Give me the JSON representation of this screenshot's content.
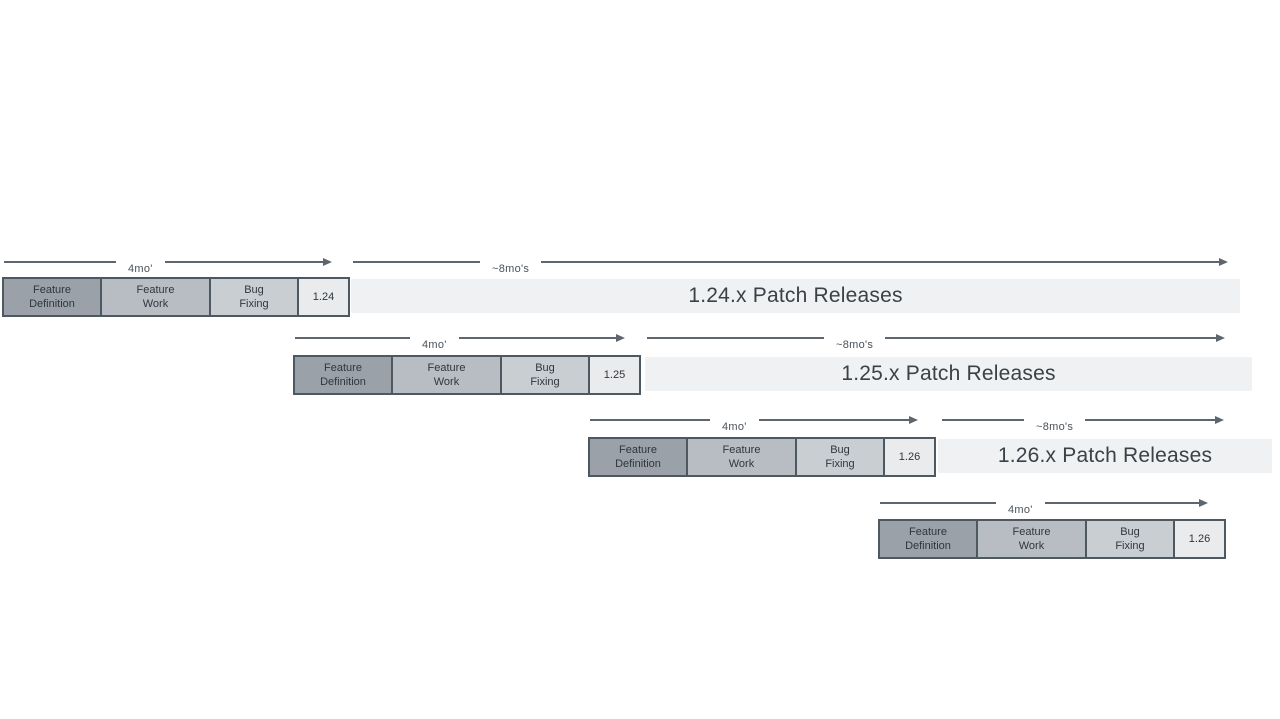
{
  "colors": {
    "feature_definition_fill": "#9aa1a9",
    "feature_work_fill": "#b7bdc3",
    "bug_fixing_fill": "#c9ced3",
    "version_fill": "#e9ebed",
    "patch_bar_fill": "#eff1f3",
    "box_border": "#4e5860",
    "arrow_color": "#5d666e",
    "box_text": "#2f363c",
    "patch_text": "#3a4147",
    "label_text": "#4a525a"
  },
  "labels": {
    "dev_duration": "4mo'",
    "patch_duration": "~8mo's",
    "stage_feature_definition": "Feature Definition",
    "stage_feature_work": "Feature Work",
    "stage_bug_fixing": "Bug Fixing"
  },
  "releases": [
    {
      "version": "1.24",
      "patch_label": "1.24.x Patch Releases"
    },
    {
      "version": "1.25",
      "patch_label": "1.25.x Patch Releases"
    },
    {
      "version": "1.26",
      "patch_label": "1.26.x Patch Releases"
    },
    {
      "version": "1.26",
      "patch_label": ""
    }
  ]
}
